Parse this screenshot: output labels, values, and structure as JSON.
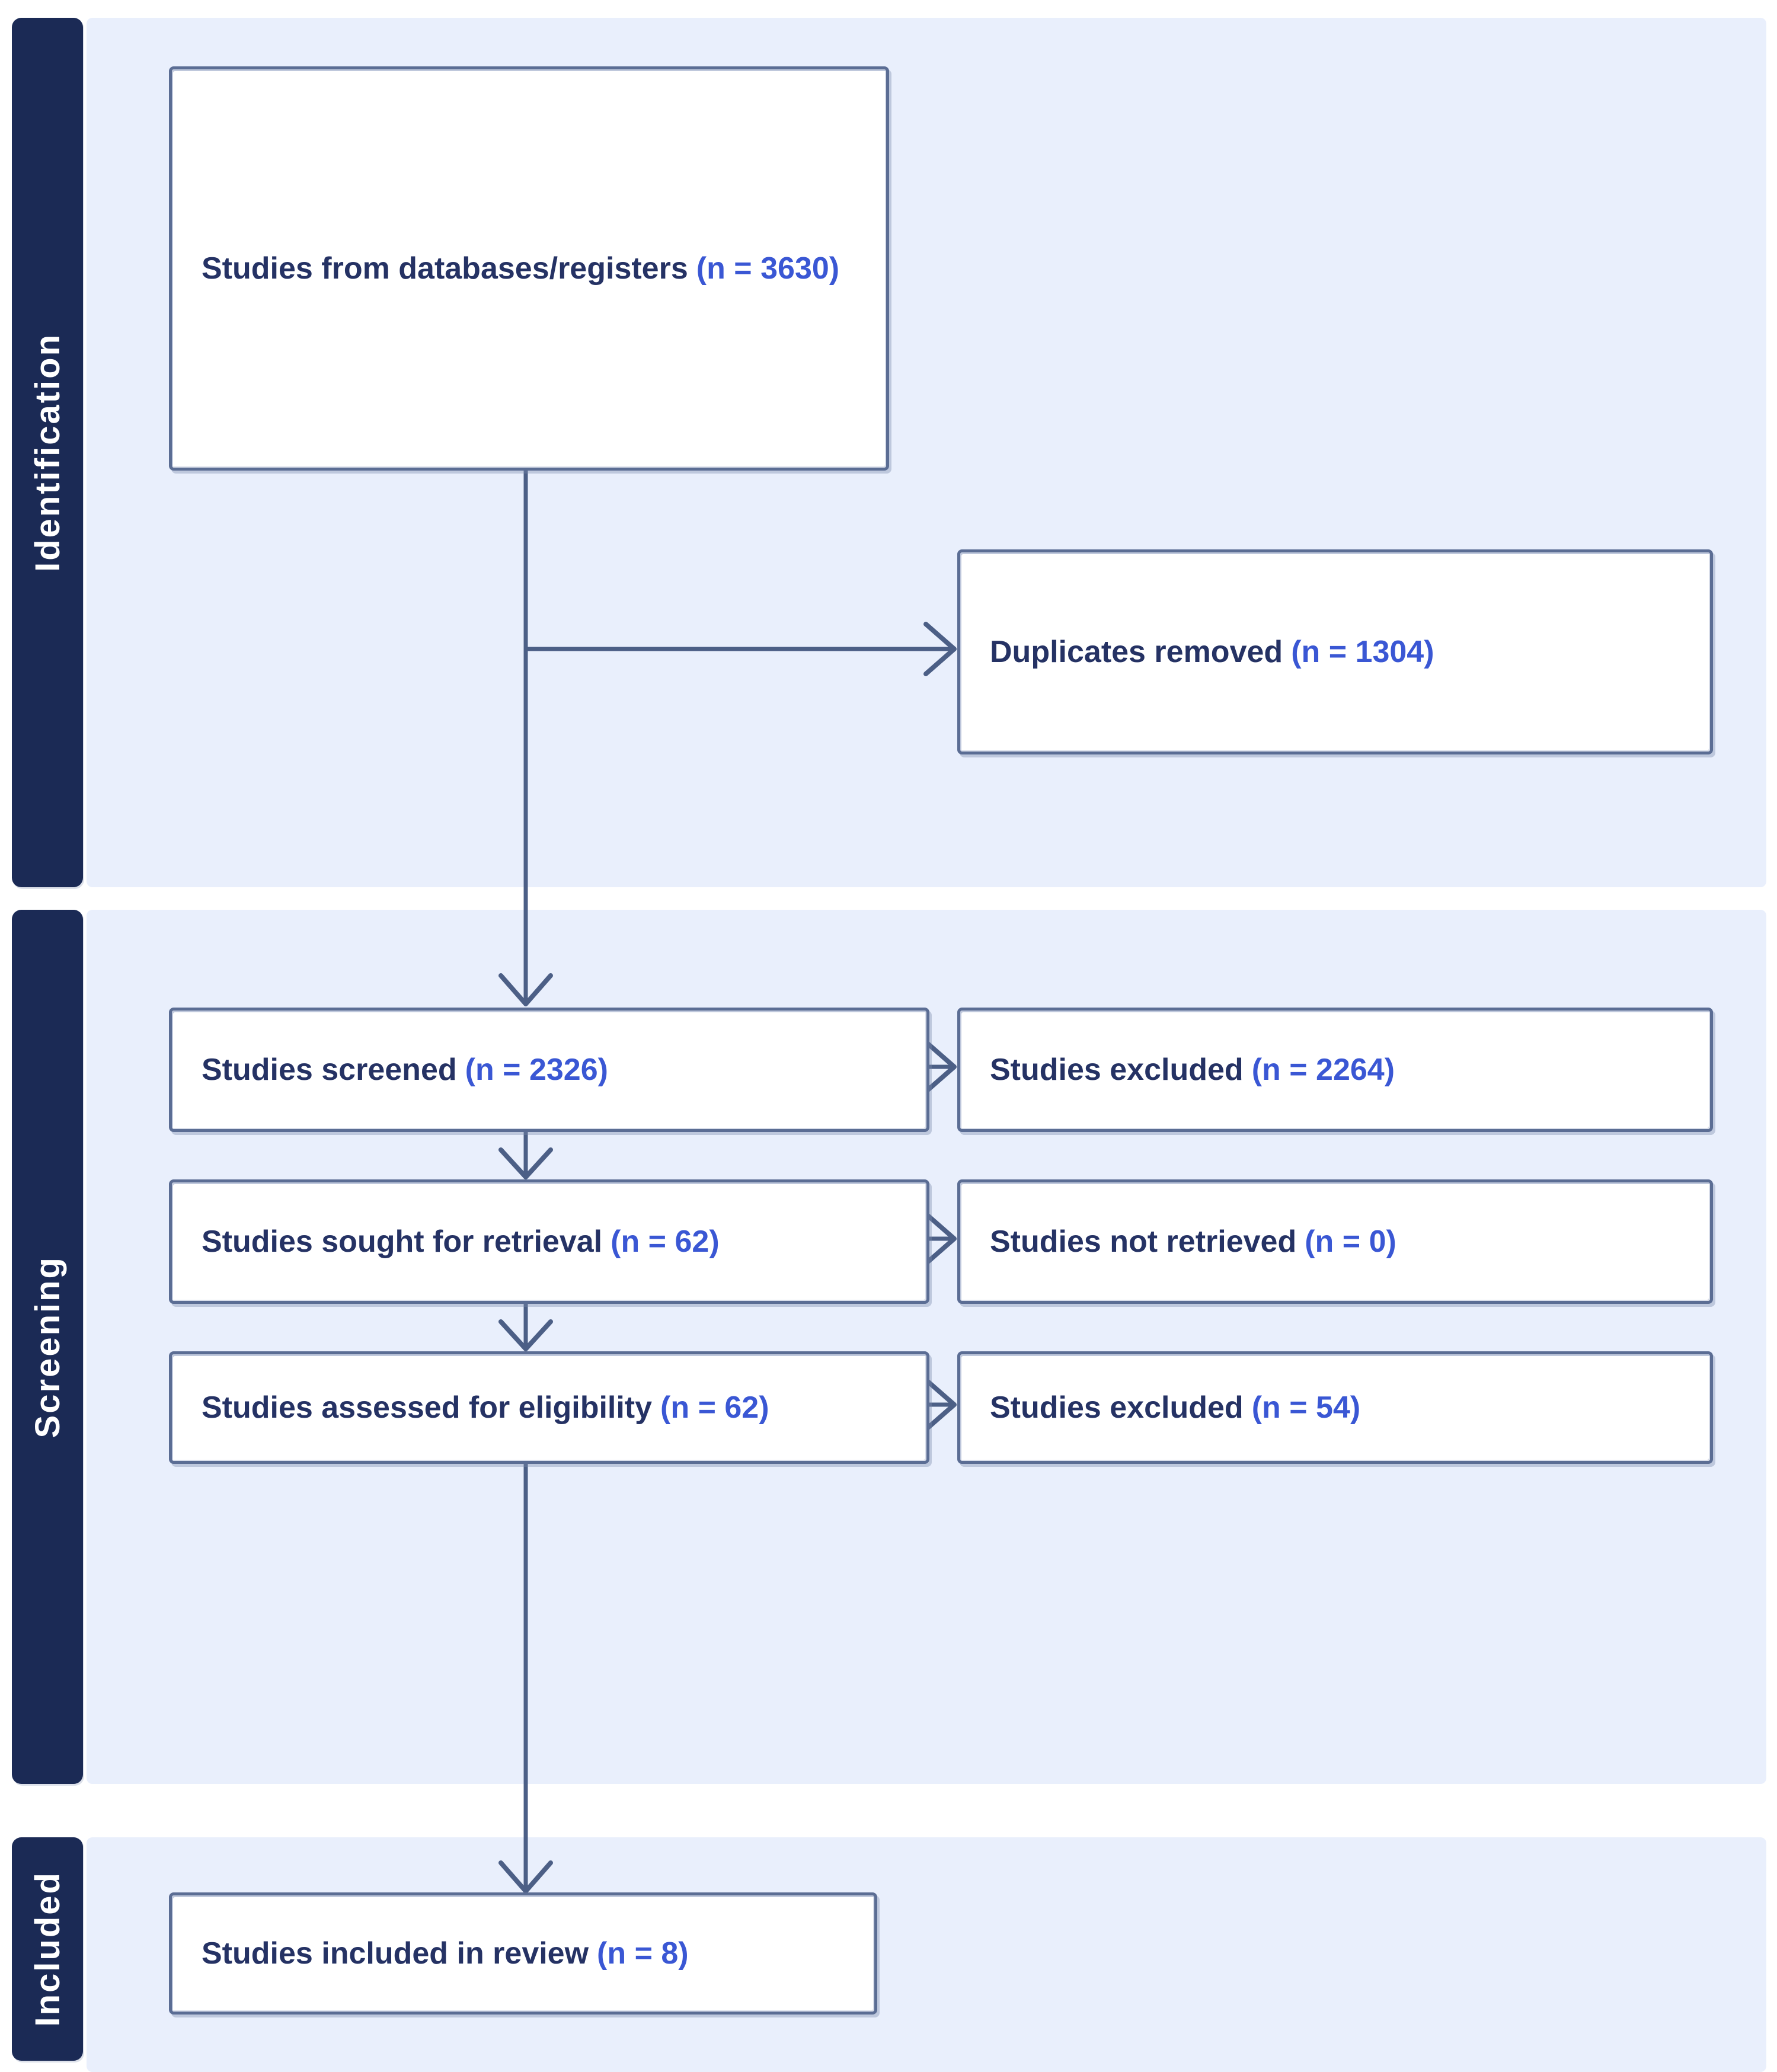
{
  "sections": {
    "identification": "Identification",
    "screening": "Screening",
    "included": "Included"
  },
  "boxes": {
    "databases": {
      "label": "Studies from databases/registers",
      "n": "(n = 3630)"
    },
    "duplicates": {
      "label": "Duplicates removed",
      "n": "(n = 1304)"
    },
    "screened": {
      "label": "Studies screened",
      "n": "(n = 2326)"
    },
    "excluded_screening": {
      "label": "Studies excluded",
      "n": "(n = 2264)"
    },
    "sought": {
      "label": "Studies sought for retrieval",
      "n": "(n = 62)"
    },
    "not_retrieved": {
      "label": "Studies not retrieved",
      "n": "(n = 0)"
    },
    "assessed": {
      "label": "Studies assessed for eligibility",
      "n": "(n = 62)"
    },
    "excluded_eligibility": {
      "label": "Studies excluded",
      "n": "(n = 54)"
    },
    "included": {
      "label": "Studies included in review",
      "n": "(n = 8)"
    }
  },
  "colors": {
    "sidebar": "#1b2a55",
    "panel": "#e9effc",
    "box_border": "#5b6d94",
    "label_text": "#253264",
    "count_text": "#3a57d4",
    "arrow": "#4c5f86"
  }
}
